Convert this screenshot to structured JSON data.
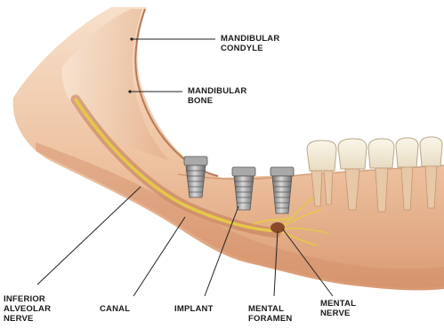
{
  "labels": {
    "mandibular_condyle": [
      "MANDIBULAR",
      "CONDYLE"
    ],
    "mandibular_bone": [
      "MANDIBULAR",
      "BONE"
    ],
    "inferior_alveolar_nerve": [
      "INFERIOR",
      "ALVEOLAR",
      "NERVE"
    ],
    "canal": "CANAL",
    "implant": "IMPLANT",
    "mental_foramen": [
      "MENTAL",
      "FORAMEN"
    ],
    "mental_nerve": [
      "MENTAL",
      "NERVE"
    ]
  },
  "colors": {
    "bone_light": "#f3d6bd",
    "bone_mid": "#e9b48f",
    "bone_dark": "#c98a66",
    "nerve": "#e5c84a",
    "implant": "#8d8d8d",
    "tooth": "#f6efe0",
    "leader": "#222222"
  }
}
